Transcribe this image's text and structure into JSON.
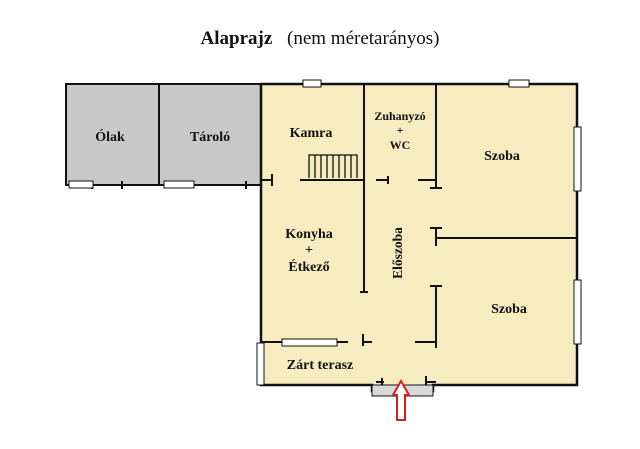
{
  "title": {
    "main": "Alaprajz",
    "sub": "(nem méretarányos)"
  },
  "colors": {
    "annex_fill": "#c8c8c8",
    "house_fill": "#f6ecc0",
    "wall": "#111111",
    "entrance_arrow": "#d42020"
  },
  "rooms": {
    "olak": "Ólak",
    "tarolo": "Tároló",
    "kamra": "Kamra",
    "zuhanyzo_line1": "Zuhanyzó",
    "zuhanyzo_line2": "+",
    "zuhanyzo_line3": "WC",
    "szoba_upper": "Szoba",
    "szoba_lower": "Szoba",
    "konyha_line1": "Konyha",
    "konyha_line2": "+",
    "konyha_line3": "Étkező",
    "eloszoba": "Előszoba",
    "zart_terasz": "Zárt terasz"
  },
  "icons": {
    "entrance": "entrance-arrow-icon",
    "stairs": "stairs-icon"
  }
}
